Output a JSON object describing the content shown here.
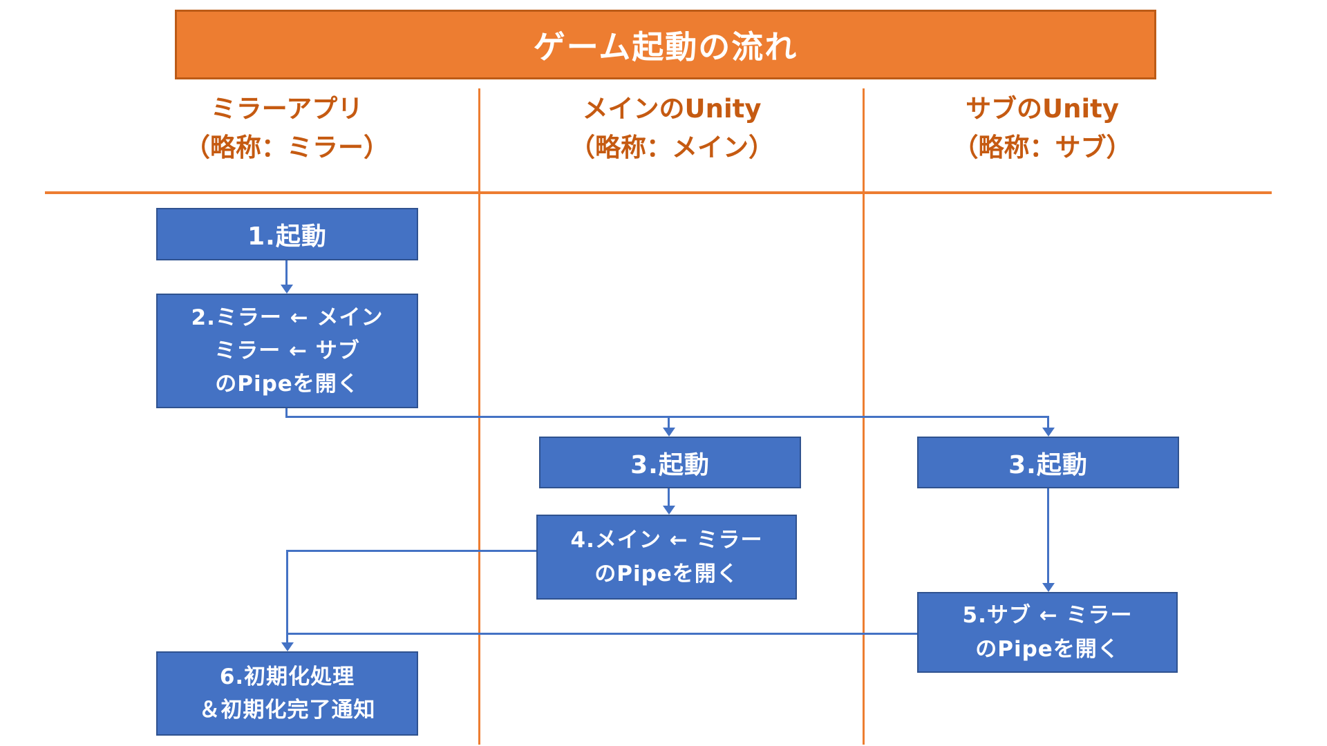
{
  "title": "ゲーム起動の流れ",
  "columns": [
    {
      "id": "mirror",
      "line1": "ミラーアプリ",
      "line2": "（略称：ミラー）"
    },
    {
      "id": "main",
      "line1": "メインのUnity",
      "line2": "（略称：メイン）"
    },
    {
      "id": "sub",
      "line1": "サブのUnity",
      "line2": "（略称：サブ）"
    }
  ],
  "nodes": [
    {
      "id": "step1",
      "column": "mirror",
      "lines": [
        "1.起動"
      ]
    },
    {
      "id": "step2",
      "column": "mirror",
      "lines": [
        "2.ミラー ← メイン",
        "ミラー ← サブ",
        "のPipeを開く"
      ]
    },
    {
      "id": "step3_main",
      "column": "main",
      "lines": [
        "3.起動"
      ]
    },
    {
      "id": "step3_sub",
      "column": "sub",
      "lines": [
        "3.起動"
      ]
    },
    {
      "id": "step4",
      "column": "main",
      "lines": [
        "4.メイン ← ミラー",
        "のPipeを開く"
      ]
    },
    {
      "id": "step5",
      "column": "sub",
      "lines": [
        "5.サブ ← ミラー",
        "のPipeを開く"
      ]
    },
    {
      "id": "step6",
      "column": "mirror",
      "lines": [
        "6.初期化処理",
        "＆初期化完了通知"
      ]
    }
  ],
  "edges": [
    {
      "from": "step1",
      "to": "step2"
    },
    {
      "from": "step2",
      "to": "step3_main"
    },
    {
      "from": "step2",
      "to": "step3_sub"
    },
    {
      "from": "step3_main",
      "to": "step4"
    },
    {
      "from": "step3_sub",
      "to": "step5"
    },
    {
      "from": "step4",
      "to": "step6"
    },
    {
      "from": "step5",
      "to": "step6"
    }
  ],
  "colors": {
    "orange": "#ED7D31",
    "orange-dark": "#BC5B17",
    "orange-text": "#C55A11",
    "blue": "#4472C4",
    "blue-dark": "#2F528F",
    "white": "#FFFFFF"
  }
}
